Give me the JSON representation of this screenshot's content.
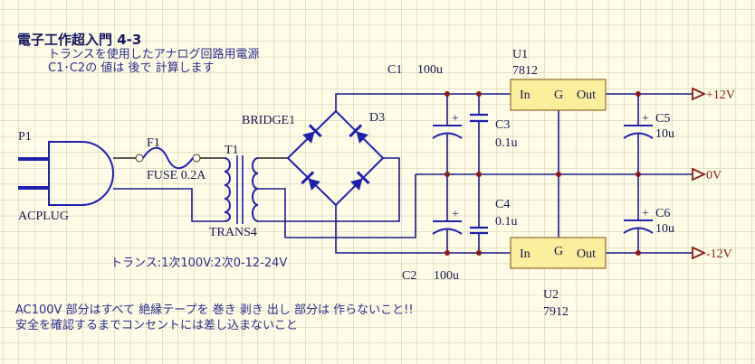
{
  "notes": {
    "title": "電子工作超入門 4-3",
    "line1": "トランスを使用したアナログ回路用電源",
    "line2": "C1･C2の 値は 後で 計算します",
    "trans_spec": "トランス:1次100V:2次0-12-24V",
    "warning1": "AC100V 部分はすべて 絶縁テープを 巻き 剥き 出し 部分は 作らないこと!!",
    "warning2": "安全を確認するまでコンセントには差し込まないこと"
  },
  "components": {
    "plug": {
      "ref": "P1",
      "value": "ACPLUG"
    },
    "fuse": {
      "ref": "F1",
      "value": "FUSE 0.2A"
    },
    "transformer": {
      "ref": "T1",
      "value": "TRANS4"
    },
    "bridge": {
      "ref": "BRIDGE1",
      "diode": "D3"
    },
    "c1": {
      "ref": "C1",
      "value": "100u"
    },
    "c2": {
      "ref": "C2",
      "value": "100u"
    },
    "c3": {
      "ref": "C3",
      "value": "0.1u"
    },
    "c4": {
      "ref": "C4",
      "value": "0.1u"
    },
    "c5": {
      "ref": "C5",
      "value": "10u"
    },
    "c6": {
      "ref": "C6",
      "value": "10u"
    },
    "u1": {
      "ref": "U1",
      "value": "7812",
      "in": "In",
      "out": "Out",
      "gnd": "G"
    },
    "u2": {
      "ref": "U2",
      "value": "7912",
      "in": "In",
      "out": "Out",
      "gnd": "G"
    }
  },
  "ports": {
    "pos": "+12V",
    "gnd": "0V",
    "neg": "-12V"
  },
  "plus_sign": "+"
}
